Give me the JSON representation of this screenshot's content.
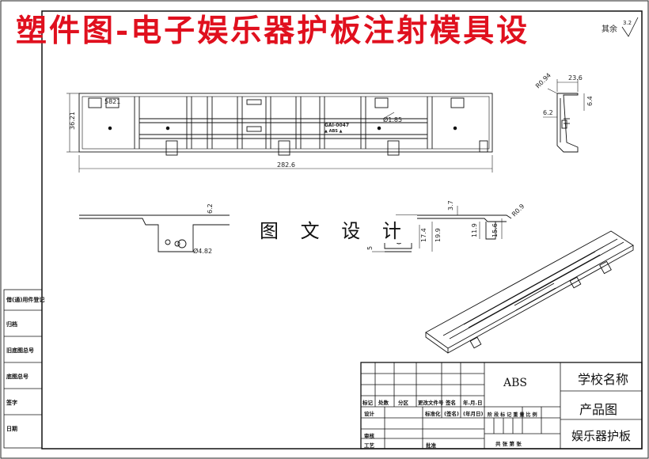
{
  "title": "塑件图-电子娱乐器护板注射模具设",
  "center_label": "图 文 设 计",
  "roughness": {
    "symbol_text": "其余",
    "value": "3.2"
  },
  "dimensions": {
    "d_5821": "5821",
    "d_3621": "36.21",
    "d_2826": "282.6",
    "d_185": "Ø1.85",
    "d_1094": "R0.94",
    "d_236": "23.6",
    "d_64": "6.4",
    "d_62a": "6.2",
    "d_62b": "6.2",
    "d_482": "Ø4.82",
    "d_37": "3.7",
    "d_09": "R0.9",
    "d_174": "17.4",
    "d_199": "19.9",
    "d_119": "11.9",
    "d_156": "15.6",
    "d_5": "5"
  },
  "part_marking": {
    "line1": "GAI-0047",
    "line2": "▲ ABS ▲"
  },
  "left_margin": [
    "借(通)用件登记",
    "归档",
    "旧底图总号",
    "底图总号",
    "签字",
    "日期"
  ],
  "title_block": {
    "material": "ABS",
    "school": "学校名称",
    "drawing_type": "产品图",
    "part_name": "娱乐器护板",
    "row_labels": [
      "标记",
      "处数",
      "分区",
      "更改文件号",
      "签名",
      "年.月.日"
    ],
    "design": "设计",
    "standardize": "标准化",
    "signature": "(签名)",
    "date": "(年月日)",
    "stage_labels": "阶 段 标 记   重 量  比 例",
    "audit": "审核",
    "process": "工艺",
    "approve": "批准",
    "sheets": "共   张     第   张"
  }
}
